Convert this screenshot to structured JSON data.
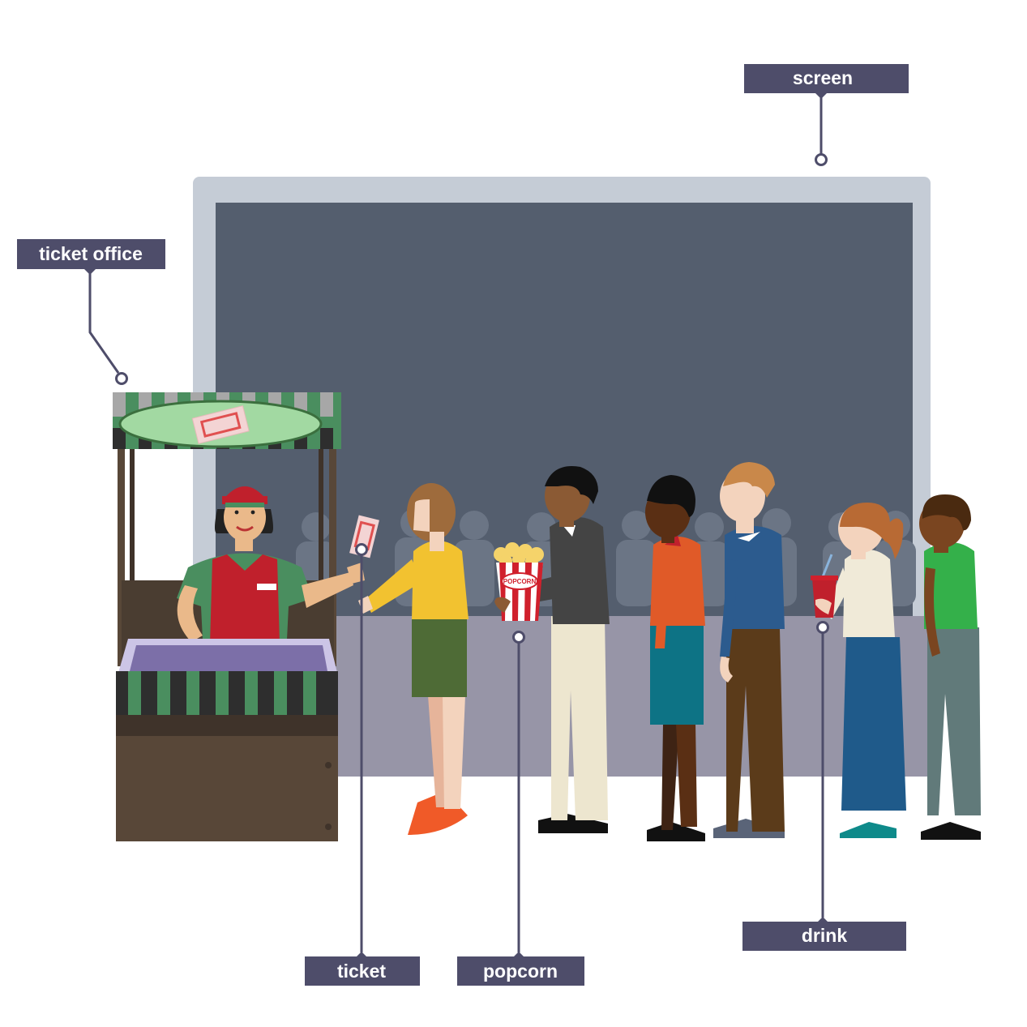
{
  "labels": {
    "screen": "screen",
    "ticket_office": "ticket office",
    "ticket": "ticket",
    "popcorn": "popcorn",
    "drink": "drink"
  },
  "popcorn_print": "POPCORN",
  "colors": {
    "label_bg": "#4e4d6a",
    "screen_frame": "#c5ccd6",
    "screen_panel": "#545e6e",
    "audience_silhouette": "#6b7585",
    "counter": "#9795a7",
    "booth_wood": "#584738",
    "awning_green": "#4a8e5f",
    "awning_light": "#a2d9a2"
  }
}
